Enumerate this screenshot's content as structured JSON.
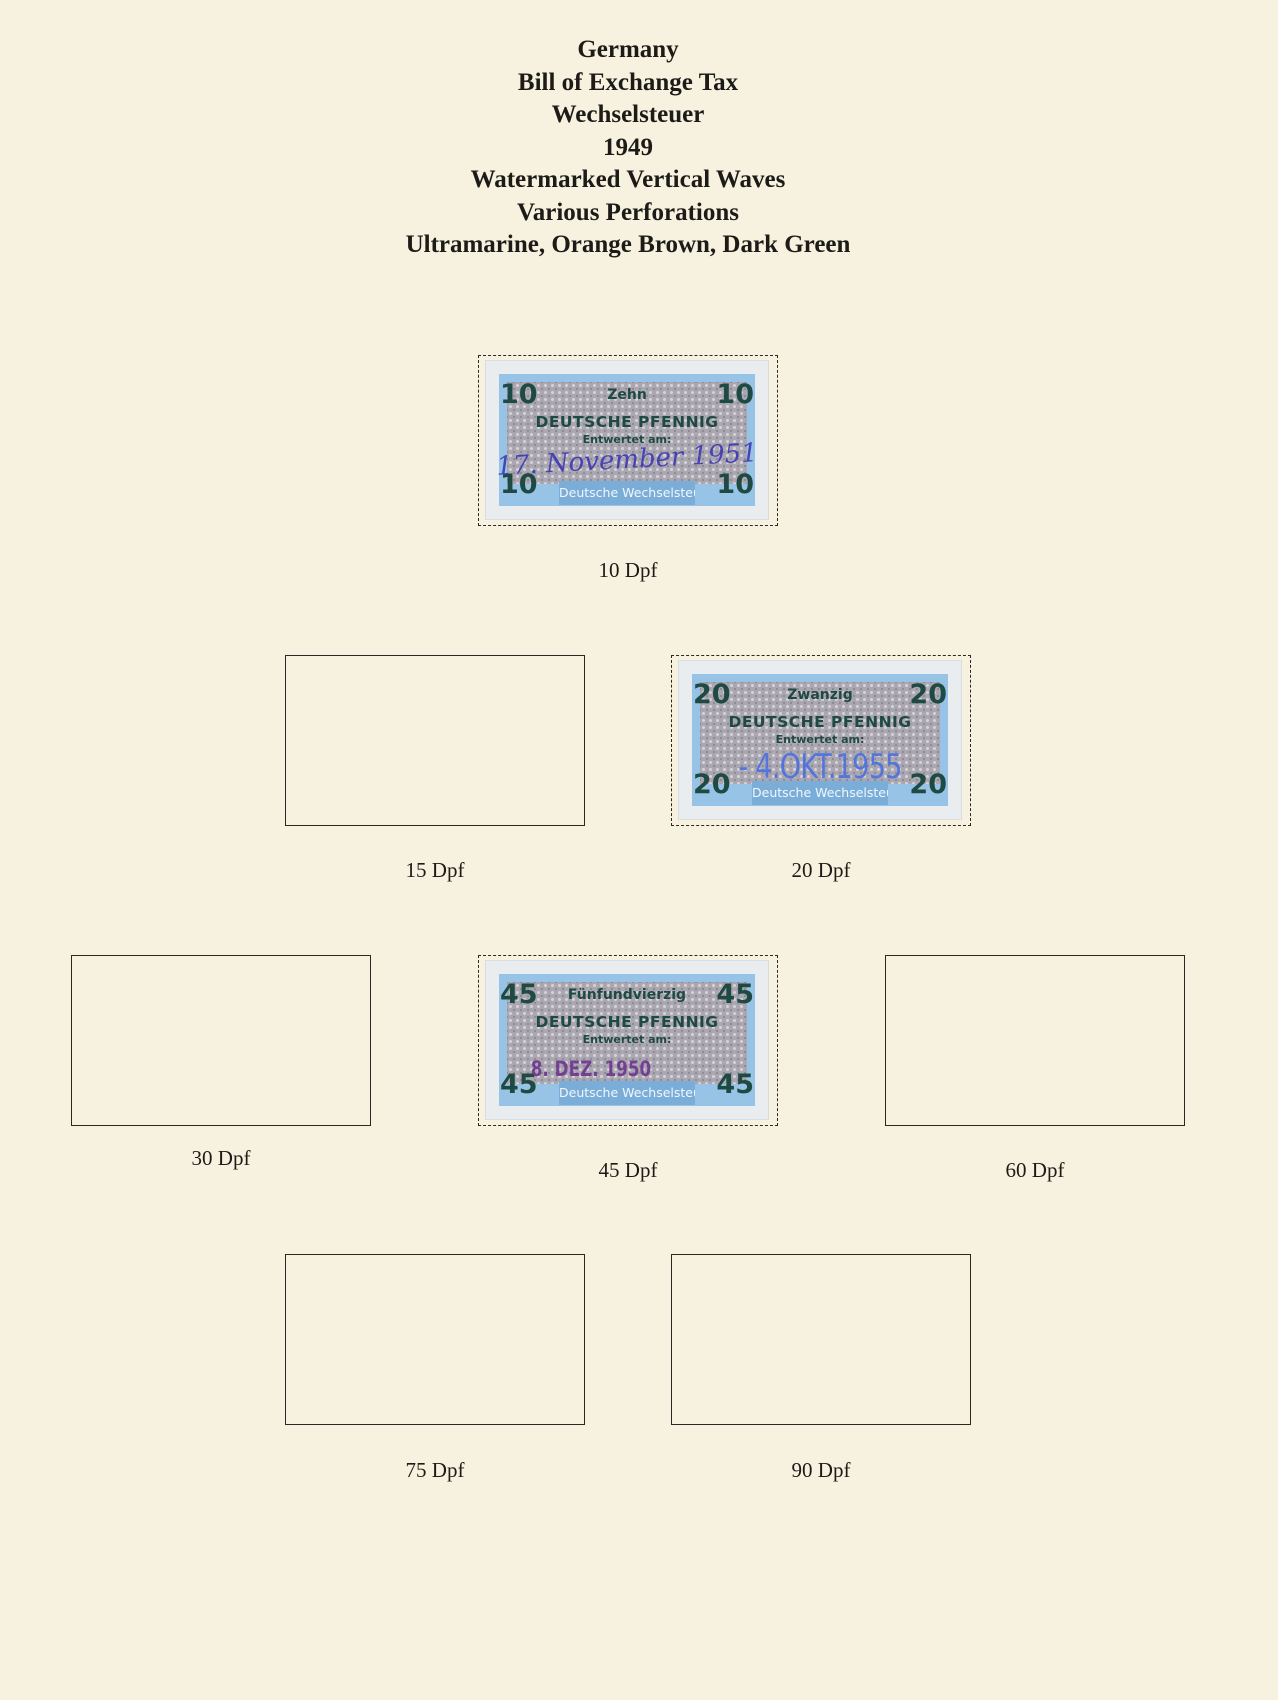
{
  "header": {
    "lines": [
      "Germany",
      "Bill of Exchange Tax",
      "Wechselsteuer",
      "1949",
      "Watermarked Vertical Waves",
      "Various Perforations",
      "Ultramarine, Orange Brown, Dark Green"
    ]
  },
  "slots": [
    {
      "label": "10 Dpf",
      "filled": true,
      "stamp": {
        "value": "10",
        "word": "Zehn",
        "currency": "DEUTSCHE PFENNIG",
        "entwertet": "Entwertet am:",
        "footer": "Deutsche Wechselsteuer",
        "cancel": "17. November 1951",
        "cancel_style": "script"
      }
    },
    {
      "label": "15 Dpf",
      "filled": false
    },
    {
      "label": "20 Dpf",
      "filled": true,
      "stamp": {
        "value": "20",
        "word": "Zwanzig",
        "currency": "DEUTSCHE PFENNIG",
        "entwertet": "Entwertet am:",
        "footer": "Deutsche Wechselsteuer",
        "cancel": "- 4.OKT.1955",
        "cancel_style": "blue"
      }
    },
    {
      "label": "30 Dpf",
      "filled": false
    },
    {
      "label": "45 Dpf",
      "filled": true,
      "stamp": {
        "value": "45",
        "word": "Fünfundvierzig",
        "currency": "DEUTSCHE PFENNIG",
        "entwertet": "Entwertet am:",
        "footer": "Deutsche Wechselsteuer",
        "cancel": "8. DEZ. 1950",
        "cancel_style": "purple"
      }
    },
    {
      "label": "60 Dpf",
      "filled": false
    },
    {
      "label": "75 Dpf",
      "filled": false
    },
    {
      "label": "90 Dpf",
      "filled": false
    }
  ]
}
